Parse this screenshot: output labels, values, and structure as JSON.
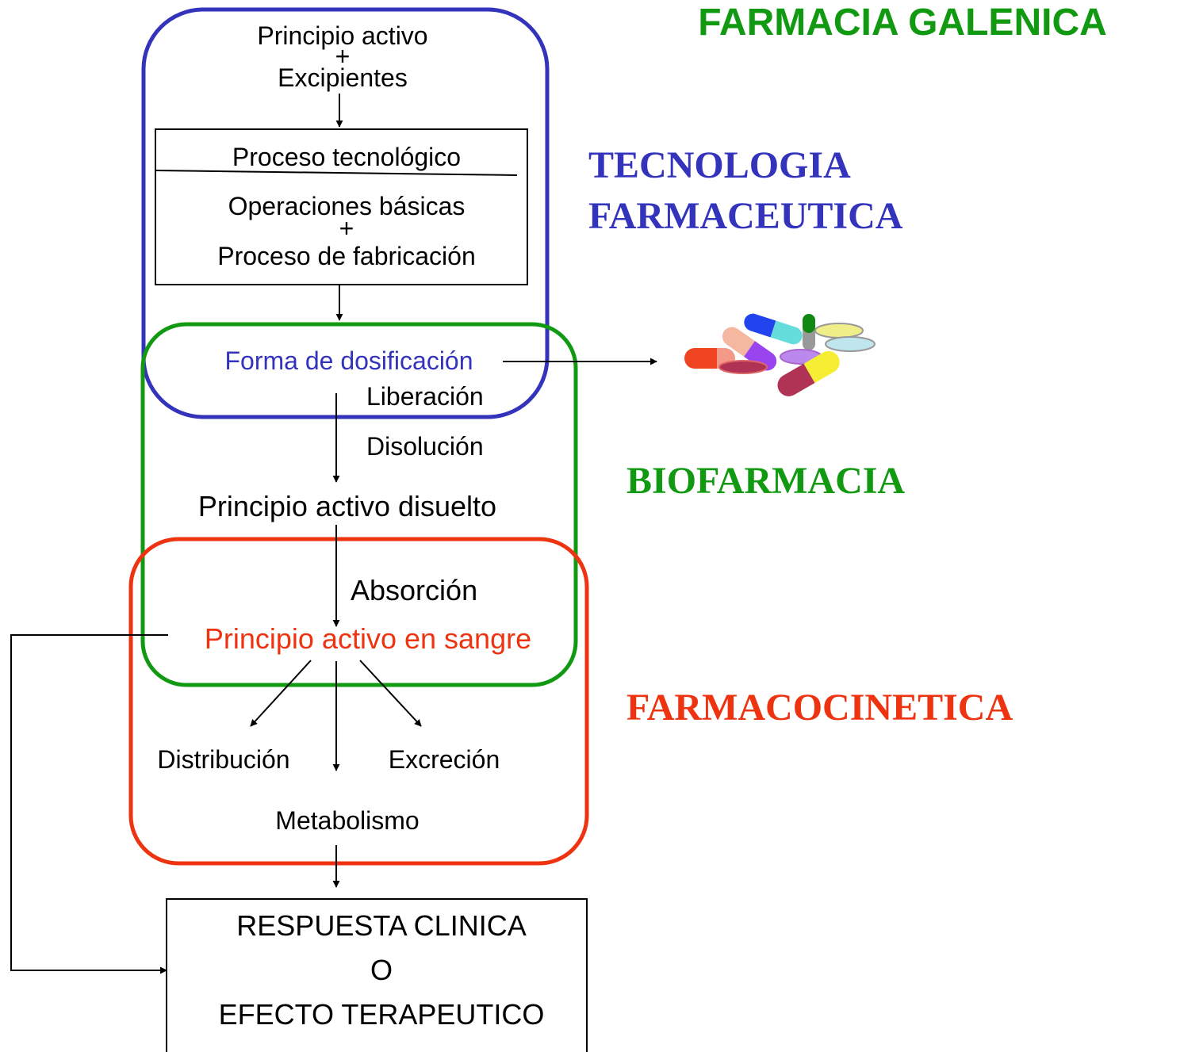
{
  "title": "FARMACIA GALENICA",
  "sections": {
    "tecnologia_line1": "TECNOLOGIA",
    "tecnologia_line2": "FARMACEUTICA",
    "biofarmacia": "BIOFARMACIA",
    "farmacocinetica": "FARMACOCINETICA"
  },
  "colors": {
    "title": "#119911",
    "tecnologia": "#3333bb",
    "biofarmacia": "#119911",
    "farmacocinetica": "#ee3311",
    "blue_box": "#3333bb",
    "green_box": "#119911",
    "red_box": "#ee3311"
  },
  "nodes": {
    "principio_activo": "Principio activo",
    "plus1": "+",
    "excipientes": "Excipientes",
    "proceso_tecnologico": "Proceso tecnológico",
    "operaciones_basicas": "Operaciones básicas",
    "plus2": "+",
    "proceso_fabricacion": "Proceso de fabricación",
    "forma_dosificacion": "Forma de dosificación",
    "liberacion": "Liberación",
    "disolucion": "Disolución",
    "principio_disuelto": "Principio activo disuelto",
    "absorcion": "Absorción",
    "principio_sangre": "Principio activo en sangre",
    "distribucion": "Distribución",
    "excrecion": "Excreción",
    "metabolismo": "Metabolismo",
    "respuesta_line1": "RESPUESTA CLINICA",
    "respuesta_line2": "O",
    "respuesta_line3": "EFECTO TERAPEUTICO"
  },
  "pills_image": "pills-icon"
}
